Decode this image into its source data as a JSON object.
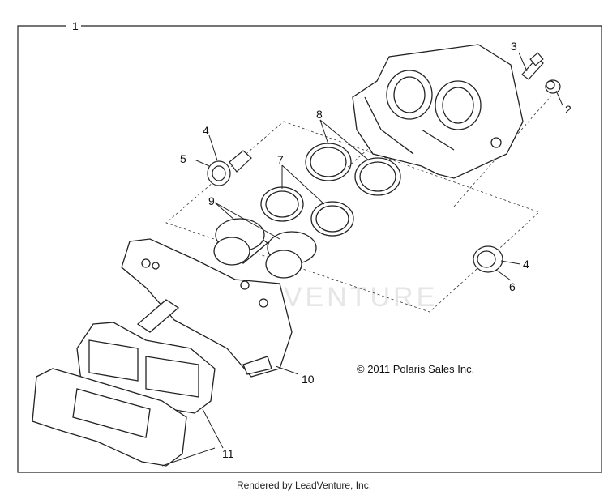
{
  "diagram": {
    "callouts": [
      "1",
      "2",
      "3",
      "4",
      "5",
      "7",
      "8",
      "9",
      "4",
      "6",
      "10",
      "11"
    ],
    "copyright": "© 2011 Polaris Sales Inc.",
    "watermark": "LEADVENTURE",
    "footer": "Rendered by LeadVenture, Inc."
  }
}
